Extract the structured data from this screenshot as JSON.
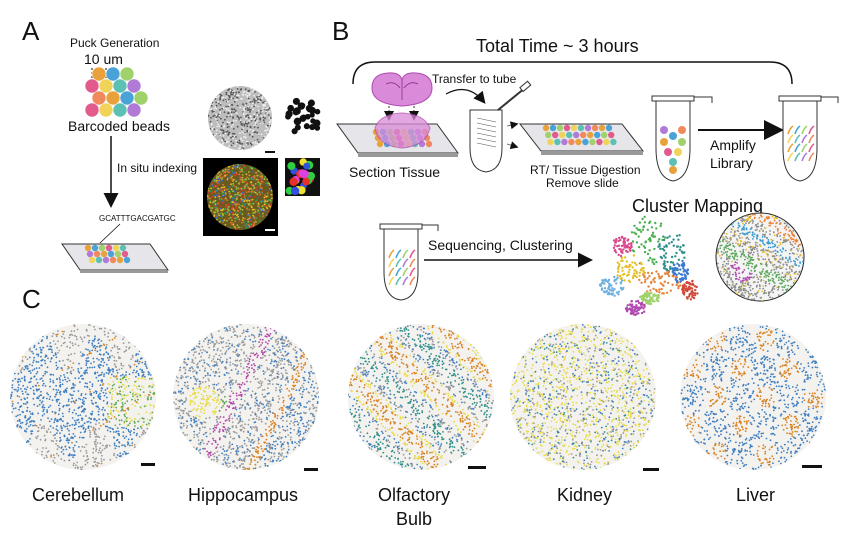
{
  "panel_a": {
    "letter": "A",
    "puck_generation": "Puck Generation",
    "bead_size": "10 um",
    "barcoded_beads": "Barcoded beads",
    "in_situ_indexing": "In situ indexing",
    "barcode_sequence": "GCATTTGACGATGC"
  },
  "panel_b": {
    "letter": "B",
    "total_time": "Total Time ~ 3 hours",
    "transfer_to_tube": "Transfer to tube",
    "section_tissue": "Section Tissue",
    "rt_digestion_line1": "RT/ Tissue Digestion",
    "rt_digestion_line2": "Remove slide",
    "amplify_line1": "Amplify",
    "amplify_line2": "Library",
    "cluster_mapping": "Cluster Mapping",
    "sequencing_clustering": "Sequencing, Clustering"
  },
  "panel_c": {
    "letter": "C",
    "tissues": [
      {
        "label": "Cerebellum"
      },
      {
        "label": "Hippocampus"
      },
      {
        "label": "Olfactory",
        "label2": "Bulb"
      },
      {
        "label": "Kidney"
      },
      {
        "label": "Liver"
      }
    ]
  },
  "colors": {
    "bead_palette": [
      "#e9a23b",
      "#4aa3d8",
      "#9fd26b",
      "#e25b8d",
      "#f2d35a",
      "#5cc0b5",
      "#b07ad6",
      "#f08a5d"
    ],
    "tissue_pink": "#d98ad8",
    "cell_blue": "#3f7fc0",
    "cell_orange": "#d98324",
    "cell_yellow": "#e8dc4a",
    "cell_green": "#5aa55a",
    "cell_teal": "#2f8f8a",
    "cell_purple": "#b24aa8"
  }
}
